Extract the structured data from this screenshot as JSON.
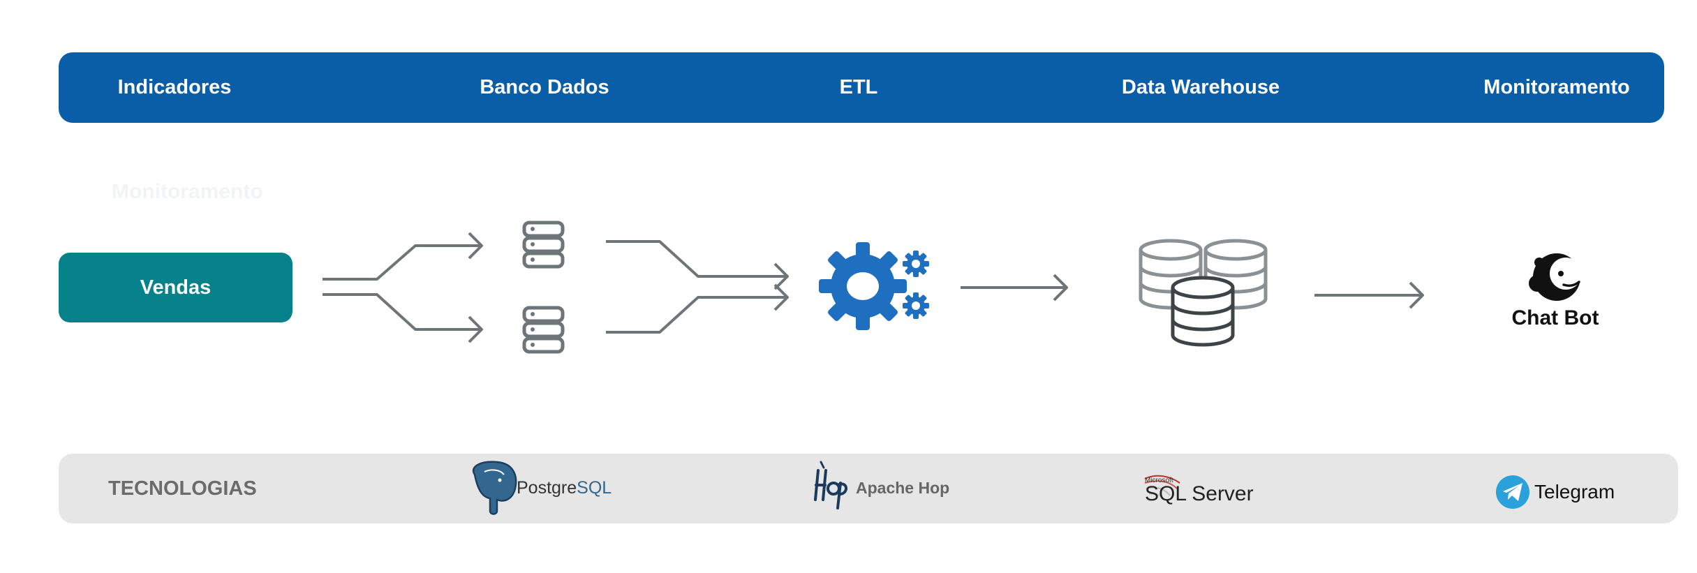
{
  "header": {
    "stages": [
      "Indicadores",
      "Banco Dados",
      "ETL",
      "Data Warehouse",
      "Monitoramento"
    ]
  },
  "faint_text": "Monitoramento",
  "source": {
    "label": "Vendas"
  },
  "chatbot": {
    "label": "Chat Bot"
  },
  "technologies": {
    "title": "TECNOLOGIAS",
    "postgres": {
      "prefix": "Postgre",
      "suffix": "SQL"
    },
    "apache_hop": {
      "label": "Apache Hop"
    },
    "sql_server": {
      "brand": "Microsoft",
      "label": "SQL Server"
    },
    "telegram": {
      "label": "Telegram"
    }
  },
  "colors": {
    "header_blue": "#0a5ea8",
    "teal": "#07828a",
    "arrow_gray": "#6e7579",
    "icon_blue": "#1f6fc1",
    "tech_bar": "#e6e6e6"
  }
}
